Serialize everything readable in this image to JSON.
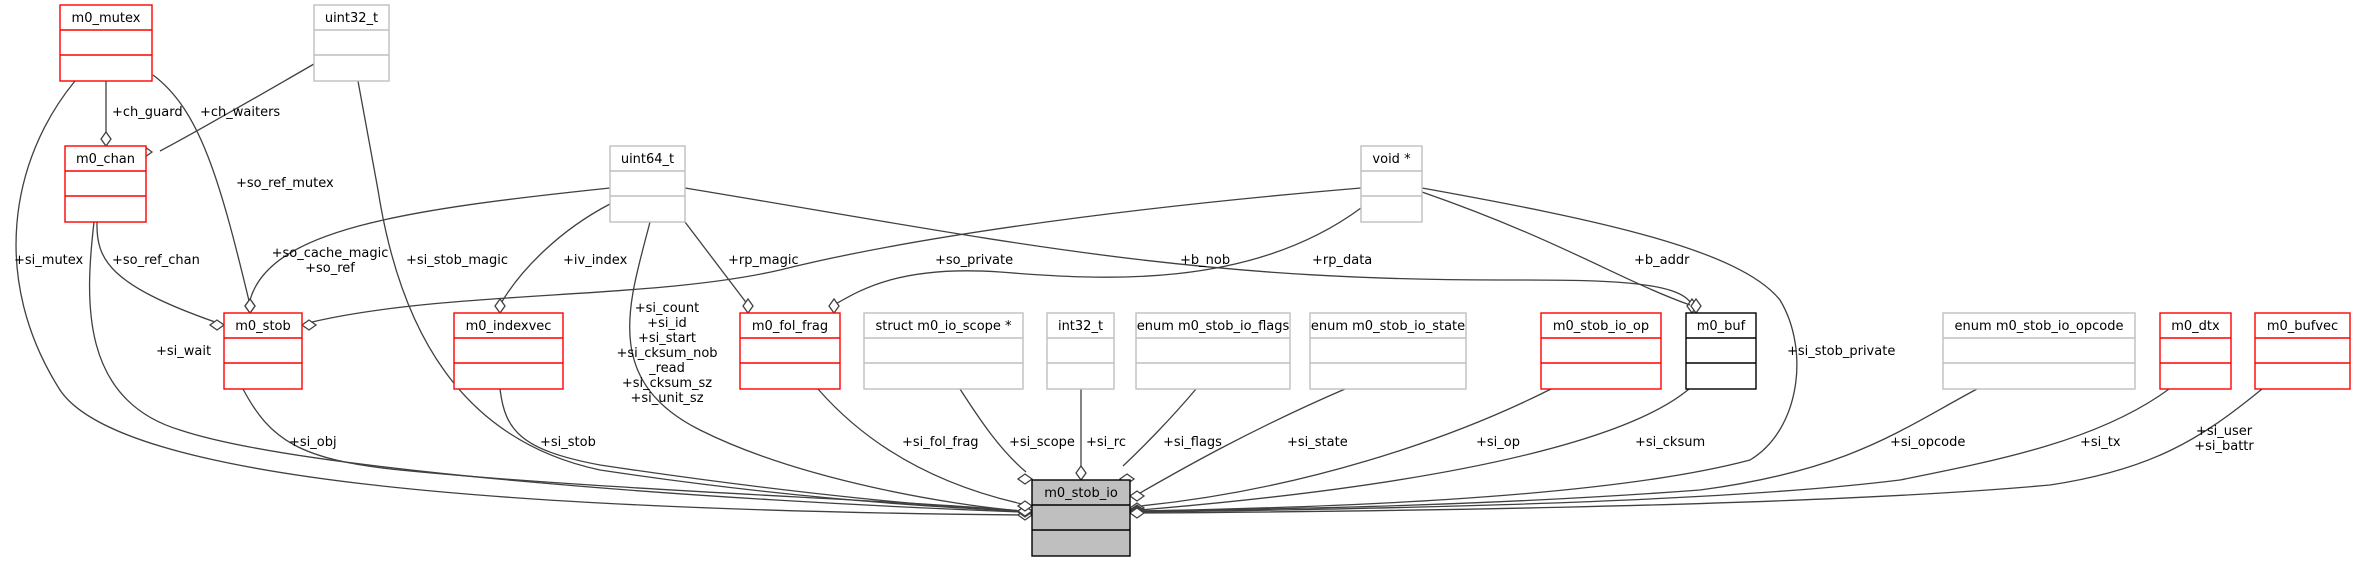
{
  "diagram": {
    "type": "collaboration-diagram",
    "central_class": "m0_stob_io",
    "colors": {
      "central_fill": "#bfbfbf",
      "central_border": "#000000",
      "documented_border": "#ff0000",
      "external_border": "#bfbfbf",
      "plain_border": "#000000",
      "edge": "#404040"
    },
    "nodes": [
      {
        "id": "m0_mutex",
        "label": "m0_mutex",
        "style": "red"
      },
      {
        "id": "uint32_t",
        "label": "uint32_t",
        "style": "gray"
      },
      {
        "id": "m0_chan",
        "label": "m0_chan",
        "style": "red"
      },
      {
        "id": "uint64_t",
        "label": "uint64_t",
        "style": "gray"
      },
      {
        "id": "void_ptr",
        "label": "void *",
        "style": "gray"
      },
      {
        "id": "m0_stob",
        "label": "m0_stob",
        "style": "red"
      },
      {
        "id": "m0_indexvec",
        "label": "m0_indexvec",
        "style": "red"
      },
      {
        "id": "m0_fol_frag",
        "label": "m0_fol_frag",
        "style": "red"
      },
      {
        "id": "m0_io_scope",
        "label": "struct m0_io_scope *",
        "style": "gray"
      },
      {
        "id": "int32_t",
        "label": "int32_t",
        "style": "gray"
      },
      {
        "id": "io_flags",
        "label": "enum m0_stob_io_flags",
        "style": "gray"
      },
      {
        "id": "io_state",
        "label": "enum m0_stob_io_state",
        "style": "gray"
      },
      {
        "id": "m0_stob_io_op",
        "label": "m0_stob_io_op",
        "style": "red"
      },
      {
        "id": "m0_buf",
        "label": "m0_buf",
        "style": "black"
      },
      {
        "id": "io_opcode",
        "label": "enum m0_stob_io_opcode",
        "style": "gray"
      },
      {
        "id": "m0_dtx",
        "label": "m0_dtx",
        "style": "red"
      },
      {
        "id": "m0_bufvec",
        "label": "m0_bufvec",
        "style": "red"
      },
      {
        "id": "m0_stob_io",
        "label": "m0_stob_io",
        "style": "central"
      }
    ],
    "edges": [
      {
        "from": "m0_mutex",
        "to": "m0_chan",
        "label": [
          "+ch_guard"
        ]
      },
      {
        "from": "uint32_t",
        "to": "m0_chan",
        "label": [
          "+ch_waiters"
        ]
      },
      {
        "from": "m0_mutex",
        "to": "m0_stob",
        "label": [
          "+so_ref_mutex"
        ]
      },
      {
        "from": "m0_chan",
        "to": "m0_stob",
        "label": [
          "+so_ref_chan"
        ]
      },
      {
        "from": "uint64_t",
        "to": "m0_stob",
        "label": [
          "+so_cache_magic",
          "+so_ref"
        ]
      },
      {
        "from": "void_ptr",
        "to": "m0_stob",
        "label": [
          "+so_private"
        ]
      },
      {
        "from": "uint64_t",
        "to": "m0_indexvec",
        "label": [
          "+iv_index"
        ]
      },
      {
        "from": "uint64_t",
        "to": "m0_fol_frag",
        "label": [
          "+rp_magic"
        ]
      },
      {
        "from": "void_ptr",
        "to": "m0_fol_frag",
        "label": [
          "+rp_data"
        ]
      },
      {
        "from": "uint64_t",
        "to": "m0_buf",
        "label": [
          "+b_nob"
        ]
      },
      {
        "from": "void_ptr",
        "to": "m0_buf",
        "label": [
          "+b_addr"
        ]
      },
      {
        "from": "m0_mutex",
        "to": "m0_stob_io",
        "label": [
          "+si_mutex"
        ]
      },
      {
        "from": "m0_chan",
        "to": "m0_stob_io",
        "label": [
          "+si_wait"
        ]
      },
      {
        "from": "uint32_t",
        "to": "m0_stob_io",
        "label": [
          "+si_stob_magic"
        ]
      },
      {
        "from": "m0_stob",
        "to": "m0_stob_io",
        "label": [
          "+si_obj"
        ]
      },
      {
        "from": "m0_indexvec",
        "to": "m0_stob_io",
        "label": [
          "+si_stob"
        ]
      },
      {
        "from": "uint64_t",
        "to": "m0_stob_io",
        "label": [
          "+si_count",
          "+si_id",
          "+si_start",
          "+si_cksum_nob",
          "_read",
          "+si_cksum_sz",
          "+si_unit_sz"
        ]
      },
      {
        "from": "m0_fol_frag",
        "to": "m0_stob_io",
        "label": [
          "+si_fol_frag"
        ]
      },
      {
        "from": "m0_io_scope",
        "to": "m0_stob_io",
        "label": [
          "+si_scope"
        ]
      },
      {
        "from": "int32_t",
        "to": "m0_stob_io",
        "label": [
          "+si_rc"
        ]
      },
      {
        "from": "io_flags",
        "to": "m0_stob_io",
        "label": [
          "+si_flags"
        ]
      },
      {
        "from": "io_state",
        "to": "m0_stob_io",
        "label": [
          "+si_state"
        ]
      },
      {
        "from": "m0_stob_io_op",
        "to": "m0_stob_io",
        "label": [
          "+si_op"
        ]
      },
      {
        "from": "m0_buf",
        "to": "m0_stob_io",
        "label": [
          "+si_cksum"
        ]
      },
      {
        "from": "void_ptr",
        "to": "m0_stob_io",
        "label": [
          "+si_stob_private"
        ]
      },
      {
        "from": "io_opcode",
        "to": "m0_stob_io",
        "label": [
          "+si_opcode"
        ]
      },
      {
        "from": "m0_dtx",
        "to": "m0_stob_io",
        "label": [
          "+si_tx"
        ]
      },
      {
        "from": "m0_bufvec",
        "to": "m0_stob_io",
        "label": [
          "+si_user",
          "+si_battr"
        ]
      }
    ]
  }
}
